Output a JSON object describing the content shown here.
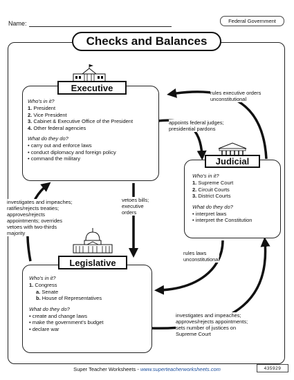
{
  "header": {
    "name_label": "Name:",
    "subject": "Federal Government"
  },
  "title": "Checks and Balances",
  "executive": {
    "title": "Executive",
    "whos_in_it": "Who's in it?",
    "members": [
      {
        "num": "1.",
        "text": "President"
      },
      {
        "num": "2.",
        "text": "Vice President"
      },
      {
        "num": "3.",
        "text": "Cabinet & Executive Office of the President"
      },
      {
        "num": "4.",
        "text": "Other federal agencies"
      }
    ],
    "what_do": "What do they do?",
    "duties": [
      "carry out and enforce laws",
      "conduct diplomacy and foreign policy",
      "command the military"
    ]
  },
  "judicial": {
    "title": "Judicial",
    "whos_in_it": "Who's in it?",
    "members": [
      {
        "num": "1.",
        "text": "Supreme Court"
      },
      {
        "num": "2.",
        "text": "Circuit Courts"
      },
      {
        "num": "3.",
        "text": "District Courts"
      }
    ],
    "what_do": "What do they do?",
    "duties": [
      "interpret laws",
      "interpret the Constitution"
    ]
  },
  "legislative": {
    "title": "Legislative",
    "whos_in_it": "Who's in it?",
    "congress": {
      "num": "1.",
      "text": "Congress"
    },
    "houses": [
      {
        "letter": "a.",
        "text": "Senate"
      },
      {
        "letter": "b.",
        "text": "House of Representatives"
      }
    ],
    "what_do": "What do they do?",
    "duties": [
      "create and change laws",
      "make the government's budget",
      "declare war"
    ]
  },
  "notes": {
    "judicial_to_exec": [
      "rules executive orders",
      "unconstitutional"
    ],
    "exec_to_judicial": [
      "appoints federal judges;",
      "presidential pardons"
    ],
    "exec_to_leg": [
      "vetoes bills;",
      "executive",
      "orders"
    ],
    "leg_to_exec": [
      "investigates and impeaches;",
      "ratifies/rejects treaties;",
      "approves/rejects",
      "appointments; overrides",
      "vetoes with two-thirds",
      "majority"
    ],
    "judicial_to_leg": [
      "rules laws",
      "unconstitutional"
    ],
    "leg_to_judicial": [
      "investigates and impeaches;",
      "approves/rejects appointments;",
      "sets number of justices on",
      "Supreme Court"
    ]
  },
  "footer": {
    "text": "Super Teacher Worksheets - ",
    "url": "www.superteacherworksheets.com",
    "ref": "435929"
  },
  "icons": [
    "white-house-icon",
    "supreme-court-icon",
    "capitol-icon"
  ]
}
